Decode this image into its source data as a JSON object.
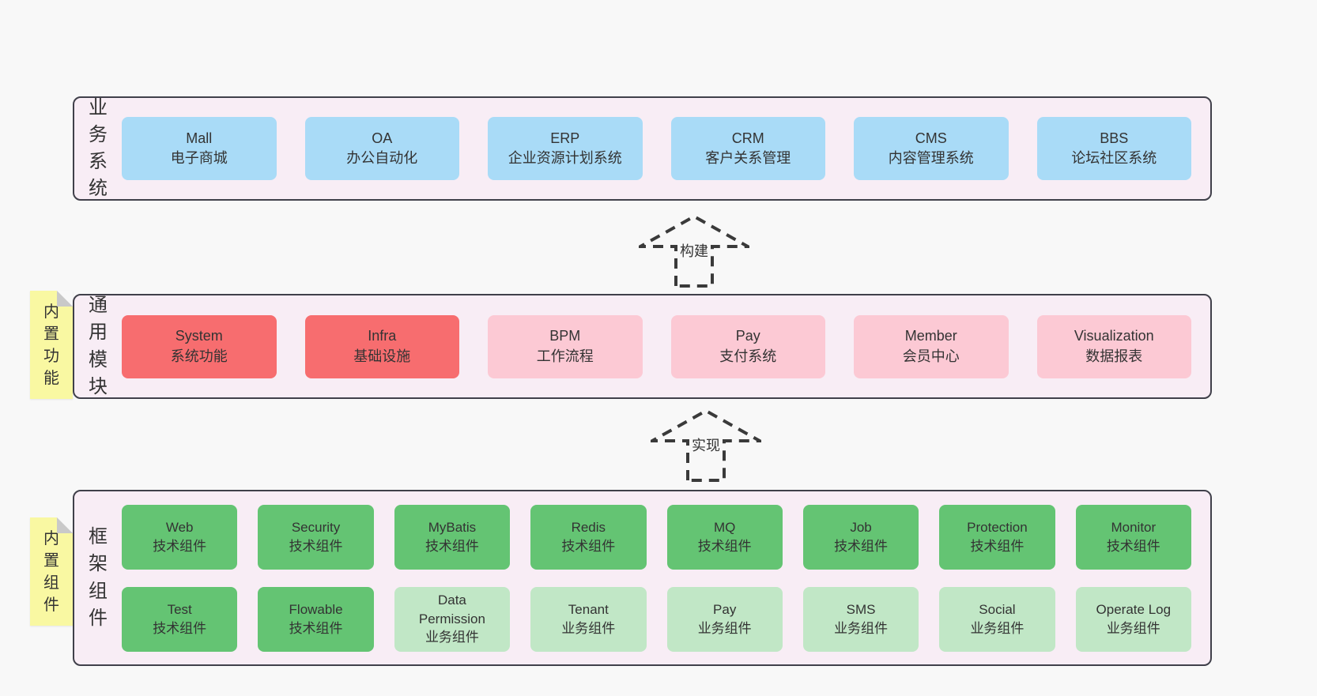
{
  "colors": {
    "page_bg": "#f8f8f8",
    "layer_bg": "#f8edf5",
    "layer_border": "#40404a",
    "box_blue": "#a9dbf7",
    "box_red": "#f76d6f",
    "box_pink": "#fcc9d4",
    "box_green": "#64c473",
    "box_light_green": "#c1e7c6",
    "note_yellow": "#f9f8a2",
    "note_fold_gray": "#c9c9c9",
    "text": "#333333",
    "arrow_stroke": "#3a3a3a"
  },
  "arrows": [
    {
      "label": "构建"
    },
    {
      "label": "实现"
    }
  ],
  "layers": [
    {
      "label": "业务系统",
      "boxes": [
        {
          "name": "Mall",
          "desc": "电子商城"
        },
        {
          "name": "OA",
          "desc": "办公自动化"
        },
        {
          "name": "ERP",
          "desc": "企业资源计划系统"
        },
        {
          "name": "CRM",
          "desc": "客户关系管理"
        },
        {
          "name": "CMS",
          "desc": "内容管理系统"
        },
        {
          "name": "BBS",
          "desc": "论坛社区系统"
        }
      ]
    },
    {
      "label": "通用模块",
      "note": "内置功能",
      "boxes": [
        {
          "name": "System",
          "desc": "系统功能"
        },
        {
          "name": "Infra",
          "desc": "基础设施"
        },
        {
          "name": "BPM",
          "desc": "工作流程"
        },
        {
          "name": "Pay",
          "desc": "支付系统"
        },
        {
          "name": "Member",
          "desc": "会员中心"
        },
        {
          "name": "Visualization",
          "desc": "数据报表"
        }
      ]
    },
    {
      "label": "框架组件",
      "note": "内置组件",
      "rows": [
        [
          {
            "name": "Web",
            "desc": "技术组件"
          },
          {
            "name": "Security",
            "desc": "技术组件"
          },
          {
            "name": "MyBatis",
            "desc": "技术组件"
          },
          {
            "name": "Redis",
            "desc": "技术组件"
          },
          {
            "name": "MQ",
            "desc": "技术组件"
          },
          {
            "name": "Job",
            "desc": "技术组件"
          },
          {
            "name": "Protection",
            "desc": "技术组件"
          },
          {
            "name": "Monitor",
            "desc": "技术组件"
          }
        ],
        [
          {
            "name": "Test",
            "desc": "技术组件"
          },
          {
            "name": "Flowable",
            "desc": "技术组件"
          },
          {
            "name": "Data Permission",
            "desc": "业务组件"
          },
          {
            "name": "Tenant",
            "desc": "业务组件"
          },
          {
            "name": "Pay",
            "desc": "业务组件"
          },
          {
            "name": "SMS",
            "desc": "业务组件"
          },
          {
            "name": "Social",
            "desc": "业务组件"
          },
          {
            "name": "Operate Log",
            "desc": "业务组件"
          }
        ]
      ]
    }
  ]
}
